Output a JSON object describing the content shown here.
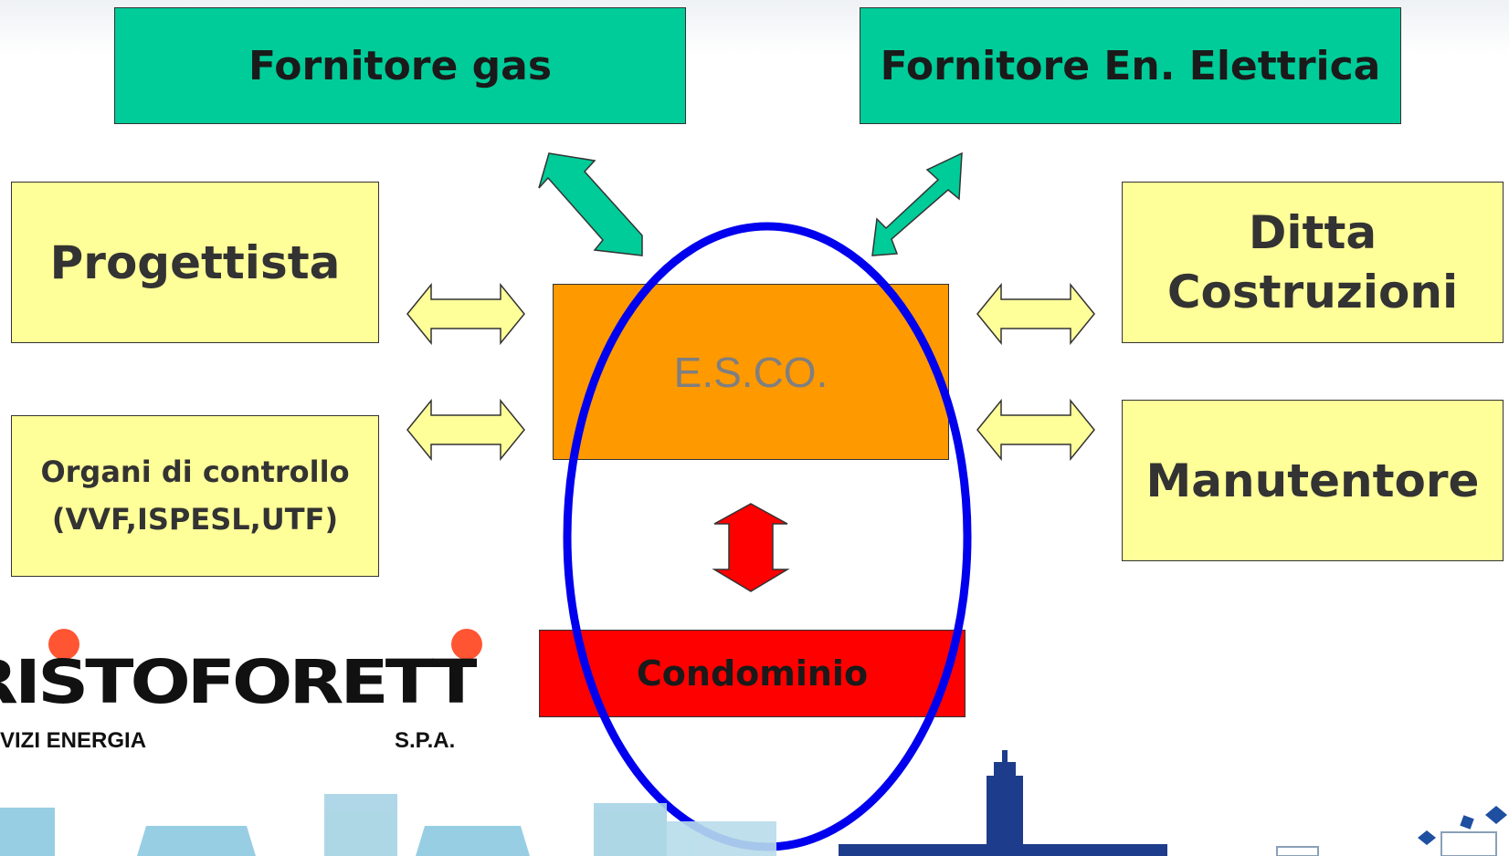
{
  "boxes": {
    "fornitore_gas": "Fornitore gas",
    "fornitore_elettrica": "Fornitore En. Elettrica",
    "progettista": "Progettista",
    "organi_line1": "Organi di controllo",
    "organi_line2": "(VVF,ISPESL,UTF)",
    "ditta_line1": "Ditta",
    "ditta_line2": "Costruzioni",
    "manutentore": "Manutentore",
    "esco": "E.S.CO.",
    "condominio": "Condominio"
  },
  "logo": {
    "wordmark": "RISTOFORETTI",
    "left_text": "VIZI ENERGIA",
    "right_text": "S.P.A."
  },
  "colors": {
    "supplier_fill": "#00cc99",
    "party_fill": "#ffff99",
    "esco_fill": "#ff9900",
    "condominio_fill": "#ff0000",
    "highlight_ellipse": "#0000ee",
    "red_arrow": "#ff0000"
  }
}
